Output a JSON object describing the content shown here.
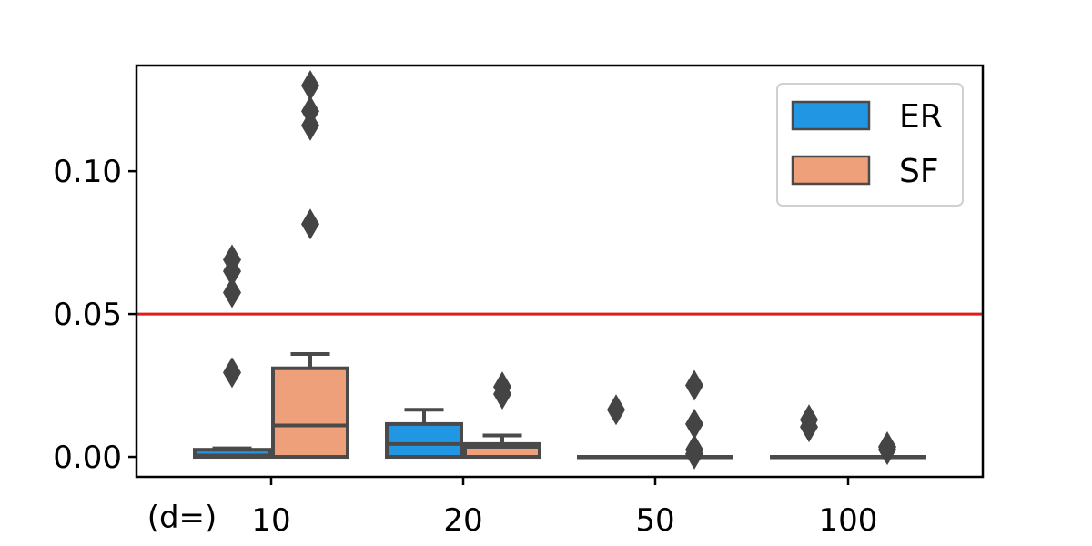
{
  "chart_data": {
    "type": "box",
    "categories": [
      "10",
      "20",
      "50",
      "100"
    ],
    "xlabel": "(d=)",
    "ylabel": "",
    "ylim": [
      -0.007,
      0.137
    ],
    "yticks": [
      {
        "value": 0.0,
        "label": "0.00"
      },
      {
        "value": 0.05,
        "label": "0.05"
      },
      {
        "value": 0.1,
        "label": "0.10"
      }
    ],
    "reference_line": {
      "value": 0.05,
      "color": "#e31a1c"
    },
    "series": [
      {
        "name": "ER",
        "color": "#2196e3",
        "boxes": [
          {
            "q1": 0.0,
            "median": 0.0005,
            "q3": 0.0025,
            "whisker_low": 0.0,
            "whisker_high": 0.003,
            "outliers": [
              0.0295,
              0.0575,
              0.065,
              0.069
            ]
          },
          {
            "q1": 0.0,
            "median": 0.0045,
            "q3": 0.0115,
            "whisker_low": 0.0,
            "whisker_high": 0.0165,
            "outliers": []
          },
          {
            "q1": 0.0,
            "median": 0.0,
            "q3": 0.0,
            "whisker_low": 0.0,
            "whisker_high": 0.0,
            "outliers": [
              0.0165
            ]
          },
          {
            "q1": 0.0,
            "median": 0.0,
            "q3": 0.0,
            "whisker_low": 0.0,
            "whisker_high": 0.0,
            "outliers": [
              0.0105,
              0.013
            ]
          }
        ]
      },
      {
        "name": "SF",
        "color": "#eda07a",
        "boxes": [
          {
            "q1": 0.0,
            "median": 0.011,
            "q3": 0.031,
            "whisker_low": 0.0,
            "whisker_high": 0.036,
            "outliers": [
              0.0815,
              0.116,
              0.121,
              0.13
            ]
          },
          {
            "q1": 0.0,
            "median": 0.0035,
            "q3": 0.0045,
            "whisker_low": 0.0,
            "whisker_high": 0.0075,
            "outliers": [
              0.022,
              0.0245
            ]
          },
          {
            "q1": 0.0,
            "median": 0.0,
            "q3": 0.0,
            "whisker_low": 0.0,
            "whisker_high": 0.0,
            "outliers": [
              0.001,
              0.0025,
              0.0115,
              0.025
            ]
          },
          {
            "q1": 0.0,
            "median": 0.0,
            "q3": 0.0,
            "whisker_low": 0.0,
            "whisker_high": 0.0,
            "outliers": [
              0.0025,
              0.0035
            ]
          }
        ]
      }
    ],
    "legend": {
      "placement": "top-right",
      "entries": [
        "ER",
        "SF"
      ]
    },
    "grid": false
  }
}
